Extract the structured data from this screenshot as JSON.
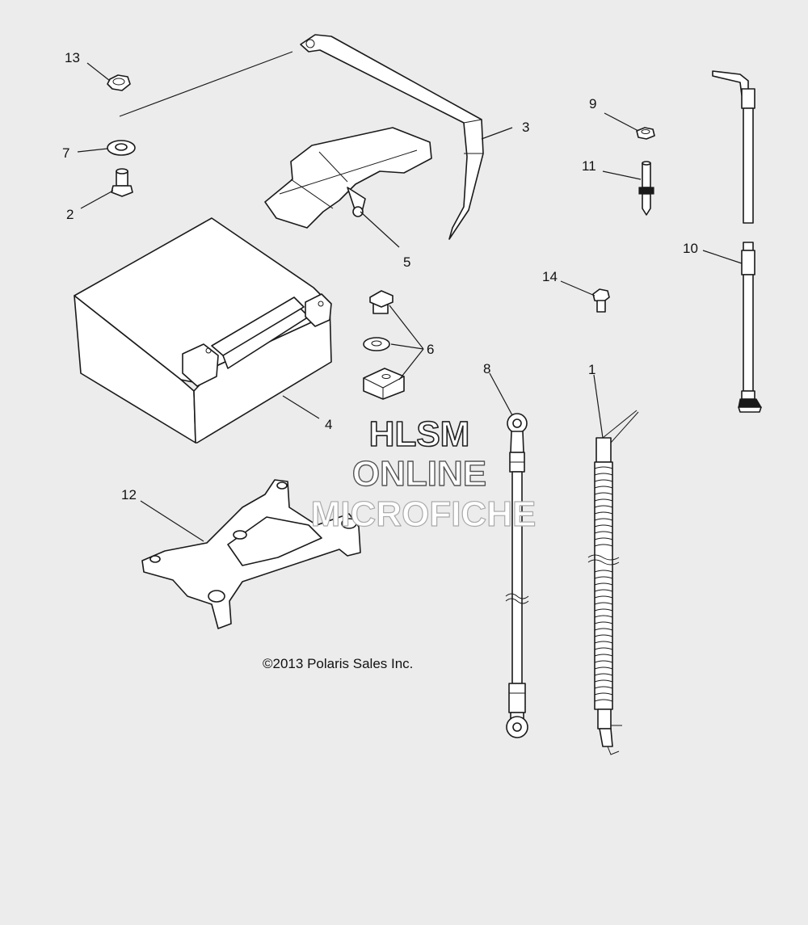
{
  "diagram": {
    "callouts": [
      {
        "id": "13",
        "label": "13"
      },
      {
        "id": "7",
        "label": "7"
      },
      {
        "id": "2",
        "label": "2"
      },
      {
        "id": "3",
        "label": "3"
      },
      {
        "id": "5",
        "label": "5"
      },
      {
        "id": "4",
        "label": "4"
      },
      {
        "id": "6",
        "label": "6"
      },
      {
        "id": "9",
        "label": "9"
      },
      {
        "id": "11",
        "label": "11"
      },
      {
        "id": "10",
        "label": "10"
      },
      {
        "id": "14",
        "label": "14"
      },
      {
        "id": "8",
        "label": "8"
      },
      {
        "id": "1",
        "label": "1"
      },
      {
        "id": "12",
        "label": "12"
      }
    ],
    "copyright": "©2013 Polaris Sales Inc.",
    "watermark": {
      "line1": "HLSM",
      "line2": "ONLINE",
      "line3": "MICROFICHE"
    }
  },
  "colors": {
    "background": "#ececec",
    "line": "#1a1a1a",
    "fill": "#ffffff"
  }
}
